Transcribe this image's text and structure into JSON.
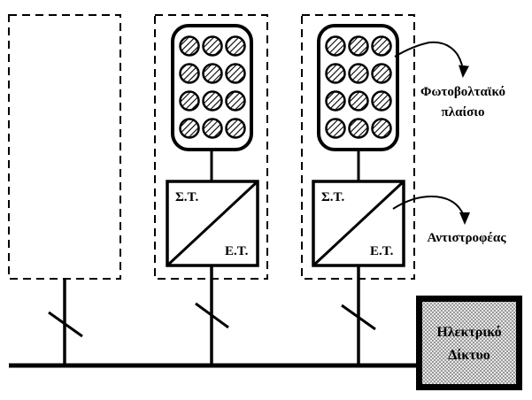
{
  "converter": {
    "dc_label": "Σ.Τ.",
    "ac_label": "Ε.Τ."
  },
  "annotations": {
    "pv_panel_line1": "Φωτοβολταϊκό",
    "pv_panel_line2": "πλαίσιο",
    "inverter": "Αντιστροφέας"
  },
  "grid": {
    "line1": "Ηλεκτρικό",
    "line2": "Δίκτυο"
  },
  "colors": {
    "line": "#000000",
    "grid_fill": "#d9d9d9"
  }
}
